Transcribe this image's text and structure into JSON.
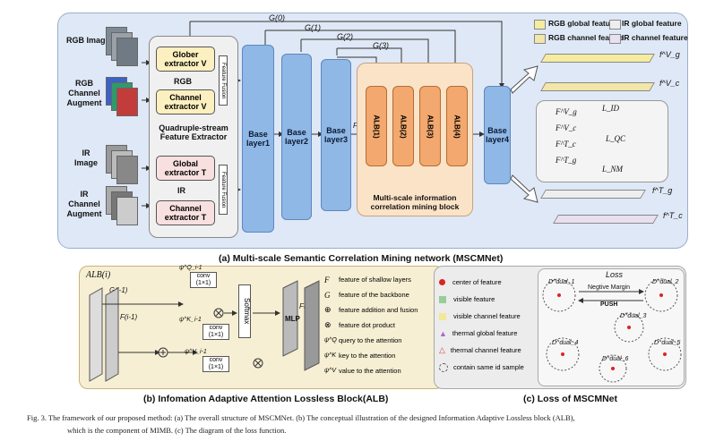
{
  "panel_a": {
    "title": "(a) Multi-scale Semantic Correlation Mining network (MSCMNet)",
    "inputs": {
      "rgb_image": "RGB Image",
      "rgb_channel_augment": "RGB Channel Augment",
      "ir_image": "IR Image",
      "ir_channel_augment": "IR Channel Augment"
    },
    "extractors": {
      "glober_v": "Glober extractor V",
      "channel_v": "Channel extractor V",
      "global_t": "Global extractor T",
      "channel_t": "Channel extractor T",
      "quad_label": "Quadruple-stream Feature Extractor",
      "rgb_tag": "RGB",
      "ir_tag": "IR",
      "fusion_v": "Feature Fusion",
      "fusion_t": "Feature Fusion"
    },
    "base_layers": [
      "Base layer1",
      "Base layer2",
      "Base layer3",
      "Base layer4"
    ],
    "g_labels": [
      "G(0)",
      "G(1)",
      "G(2)",
      "G(3)"
    ],
    "f0_label": "F(0)",
    "albs": [
      "ALB(1)",
      "ALB(2)",
      "ALB(3)",
      "ALB(4)"
    ],
    "mim_label": "Multi-scale information correlation mining block",
    "legend": {
      "rgb_global": "RGB global feature",
      "ir_global": "IR global feature",
      "rgb_channel": "RGB channel feature",
      "ir_channel": "IR channel feature"
    },
    "outputs": {
      "fg_v": "f^V_g",
      "fc_v": "f^V_c",
      "fg_t": "f^T_g",
      "fc_t": "f^T_c"
    },
    "loss_box": {
      "items": [
        "F^V_g",
        "F^V_c",
        "F^T_c",
        "F^T_g"
      ],
      "losses": [
        "L_ID",
        "L_QC",
        "L_NM"
      ]
    },
    "colors": {
      "base": "#8fb8e6",
      "alb": "#f2a86e",
      "mim_bg": "#fbe3c7",
      "rgb_global": "#f6eca0",
      "ir_global": "#eeeeee",
      "rgb_channel": "#f2e6a8",
      "ir_channel": "#e8e0f0"
    }
  },
  "panel_b": {
    "title": "(b) Infomation Adaptive Attention Lossless Block(ALB)",
    "block_label": "ALB(i)",
    "g_in": "G(i-1)",
    "f_in": "F(i-1)",
    "f_out": "F(i)",
    "conv": "conv (1×1)",
    "softmax": "Softmax",
    "mlp": "MLP",
    "psi_q": "ψ^Q_i-1",
    "psi_k": "ψ^K_i-1",
    "psi_v": "ψ^V_i-1",
    "legend": [
      {
        "sym": "F",
        "text": "feature of shallow layers"
      },
      {
        "sym": "G",
        "text": "feature of the backbone"
      },
      {
        "sym": "⊕",
        "text": "feature addition and fusion"
      },
      {
        "sym": "⊗",
        "text": "feature dot product"
      },
      {
        "sym": "ψ^Q",
        "text": "query to the attention"
      },
      {
        "sym": "ψ^K",
        "text": "key to the attention"
      },
      {
        "sym": "ψ^V",
        "text": "value to the attention"
      }
    ]
  },
  "panel_c": {
    "title": "(c) Loss of MSCMNet",
    "loss_label": "Loss",
    "legend": [
      {
        "name": "center of feature",
        "color": "#d22"
      },
      {
        "name": "visible feature",
        "color": "#9c9"
      },
      {
        "name": "visible channel feature",
        "color": "#f3e79a"
      },
      {
        "name": "thermal global feature",
        "color": "#a6c"
      },
      {
        "name": "thermal channel feature",
        "color": "#d44"
      },
      {
        "name": "contain same id sample",
        "color": "#555"
      }
    ],
    "margin_label": "Negtive Margin",
    "push_label": "PUSH",
    "dual": [
      "D^dual_1",
      "D^dual_2",
      "D^dual_3",
      "D^dual_4",
      "D^dual_5",
      "D^dual_6"
    ]
  },
  "caption": {
    "line1": "Fig. 3.  The framework of our proposed method: (a) The overall structure of MSCMNet. (b) The conceptual illustration of the designed Information Adaptive Lossless block (ALB),",
    "line2": "which is the component of MIMB. (c) The diagram of the loss function."
  }
}
